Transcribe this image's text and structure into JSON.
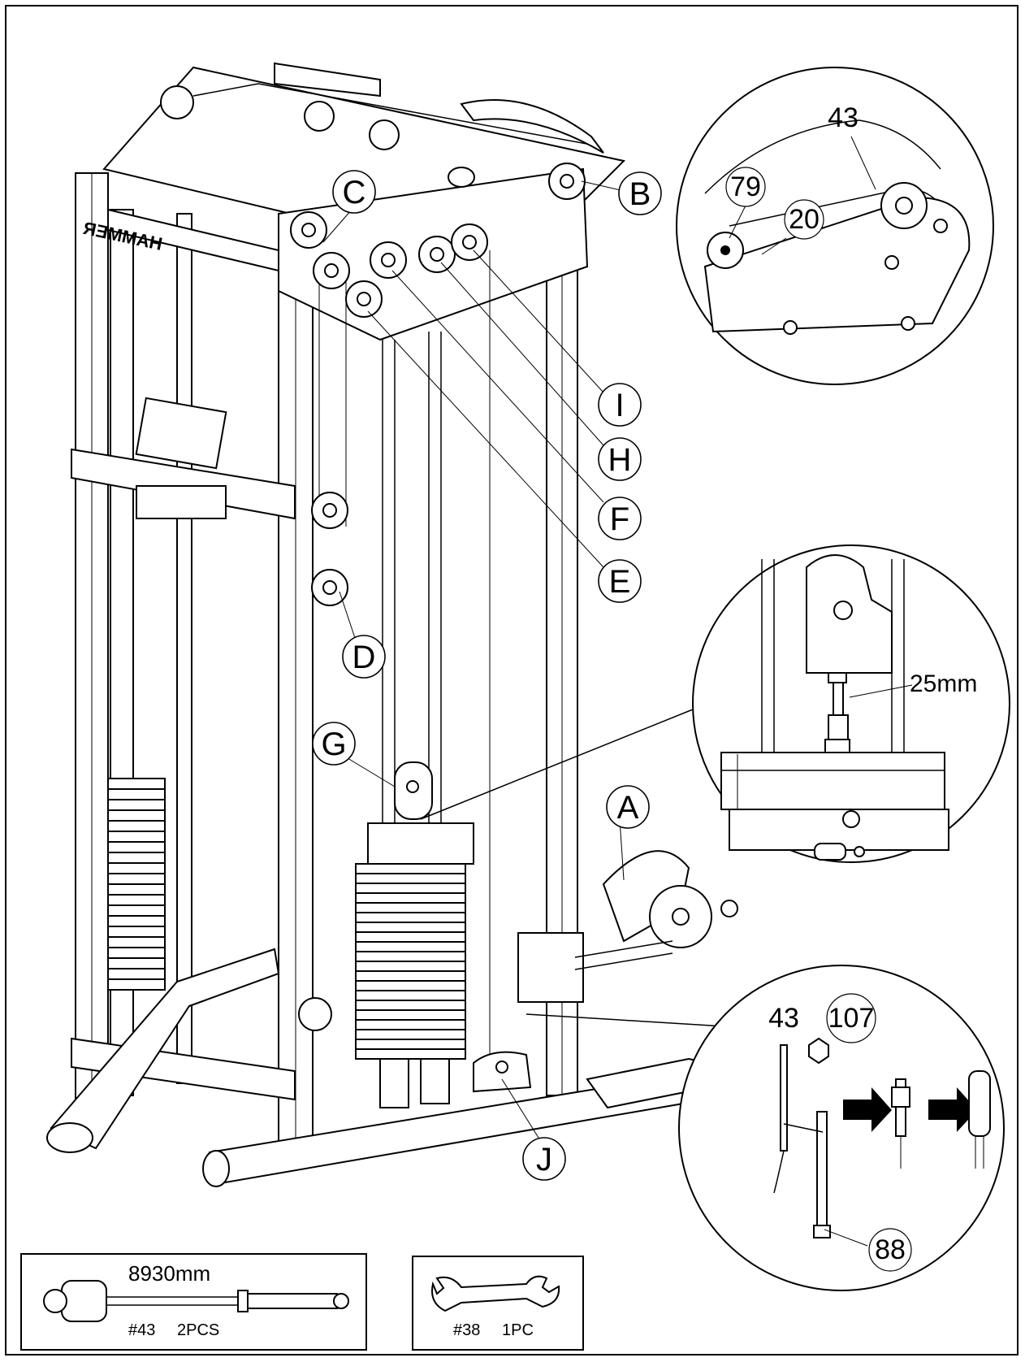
{
  "callouts": {
    "A": "A",
    "B": "B",
    "C": "C",
    "D": "D",
    "E": "E",
    "F": "F",
    "G": "G",
    "H": "H",
    "I": "I",
    "J": "J"
  },
  "brand_text": "HAMMER",
  "detail_top": {
    "part_43": "43",
    "part_79": "79",
    "part_20": "20"
  },
  "detail_mid": {
    "dimension": "25mm"
  },
  "detail_bottom": {
    "part_43": "43",
    "part_107": "107",
    "part_88": "88"
  },
  "parts_box_1": {
    "length": "8930mm",
    "part_no": "#43",
    "qty": "2PCS"
  },
  "parts_box_2": {
    "part_no": "#38",
    "qty": "1PC"
  },
  "colors": {
    "line": "#000000",
    "background": "#ffffff",
    "highlight": "#e8e8e8"
  }
}
